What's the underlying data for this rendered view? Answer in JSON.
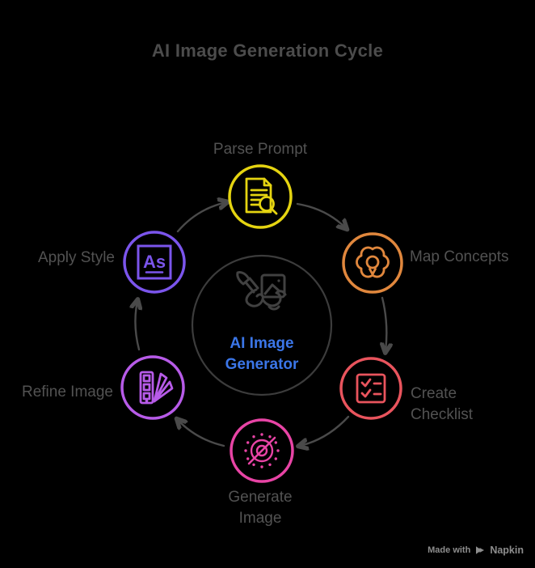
{
  "title": "AI Image Generation Cycle",
  "center": {
    "label": "AI Image Generator",
    "icon": "paintbrush-image-icon"
  },
  "steps": [
    {
      "id": "parse-prompt",
      "label": "Parse Prompt",
      "icon": "document-search-icon",
      "color": "#E5D411"
    },
    {
      "id": "map-concepts",
      "label": "Map Concepts",
      "icon": "gear-lightbulb-icon",
      "color": "#E0873D"
    },
    {
      "id": "create-checklist",
      "label": "Create Checklist",
      "icon": "checklist-icon",
      "color": "#E9545D"
    },
    {
      "id": "generate-image",
      "label": "Generate Image",
      "icon": "image-generation-slash-icon",
      "color": "#E844A5"
    },
    {
      "id": "refine-image",
      "label": "Refine Image",
      "icon": "color-swatches-fan-icon",
      "color": "#B75BE8"
    },
    {
      "id": "apply-style",
      "label": "Apply Style",
      "icon": "font-style-icon",
      "icon_text": "As",
      "color": "#7B55EC"
    }
  ],
  "colors": {
    "background": "#000000",
    "title_text": "#4C4C4C",
    "label_text": "#525252",
    "arrow": "#4A4A4A",
    "center_circle": "#3C3C3C",
    "center_icon": "#414141",
    "center_label": "#3B76E8",
    "badge_text": "#8D8D8D"
  },
  "badge": {
    "prefix": "Made with",
    "brand": "Napkin",
    "logo_icon": "napkin-logo-icon"
  }
}
